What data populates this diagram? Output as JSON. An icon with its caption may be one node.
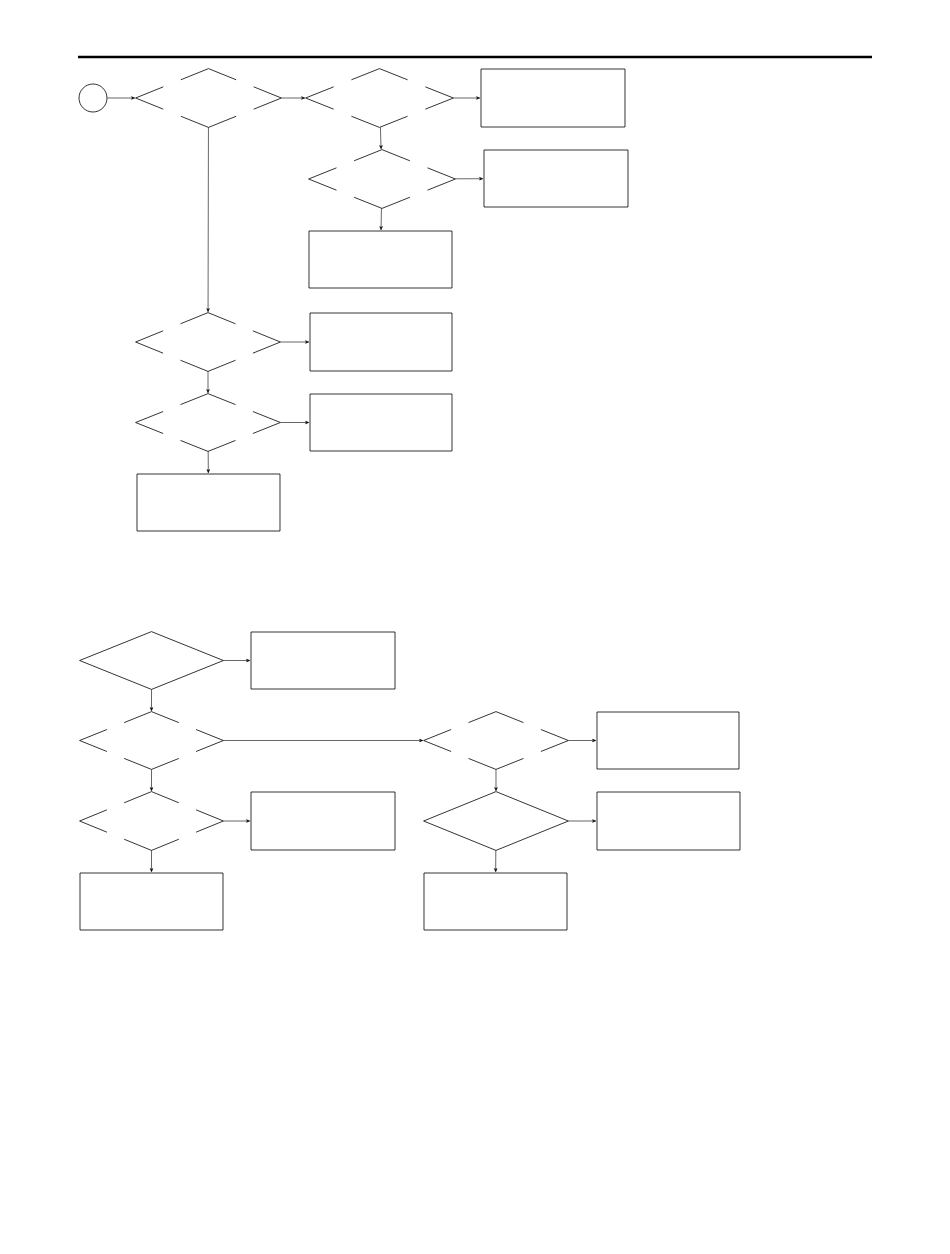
{
  "diagram": {
    "nodes": [
      {
        "text": [],
        "shape": "circle"
      },
      {
        "text": [],
        "shape": "diamond"
      },
      {
        "text": [],
        "shape": "diamond"
      },
      {
        "text": [],
        "shape": "box"
      },
      {
        "text": [],
        "shape": "diamond"
      },
      {
        "text": [],
        "shape": "box"
      },
      {
        "text": [],
        "shape": "box"
      },
      {
        "text": [],
        "shape": "diamond"
      },
      {
        "text": [],
        "shape": "box"
      },
      {
        "text": [],
        "shape": "diamond"
      },
      {
        "text": [],
        "shape": "box"
      },
      {
        "text": [],
        "shape": "box"
      },
      {
        "text": [],
        "shape": "diamond"
      },
      {
        "text": [],
        "shape": "box"
      },
      {
        "text": [],
        "shape": "diamond"
      },
      {
        "text": [],
        "shape": "diamond"
      },
      {
        "text": [],
        "shape": "box"
      },
      {
        "text": [],
        "shape": "diamond"
      },
      {
        "text": [],
        "shape": "box"
      },
      {
        "text": [],
        "shape": "diamond"
      },
      {
        "text": [],
        "shape": "box"
      },
      {
        "text": [],
        "shape": "box"
      },
      {
        "text": [],
        "shape": "box"
      }
    ],
    "edges": [
      {
        "from": 0,
        "to": 1,
        "arrow": "to"
      },
      {
        "from": 1,
        "to": 2,
        "arrow": "to"
      },
      {
        "from": 2,
        "to": 3,
        "arrow": "to"
      },
      {
        "from": 2,
        "to": 4,
        "arrow": "to"
      },
      {
        "from": 4,
        "to": 5,
        "arrow": "to"
      },
      {
        "from": 4,
        "to": 6,
        "arrow": "to"
      },
      {
        "from": 1,
        "to": 7,
        "arrow": "to"
      },
      {
        "from": 7,
        "to": 8,
        "arrow": "to"
      },
      {
        "from": 7,
        "to": 9,
        "arrow": "to"
      },
      {
        "from": 9,
        "to": 10,
        "arrow": "to"
      },
      {
        "from": 9,
        "to": 11,
        "arrow": "to"
      },
      {
        "from": 12,
        "to": 13,
        "arrow": "to"
      },
      {
        "from": 12,
        "to": 14,
        "arrow": "to"
      },
      {
        "from": 14,
        "to": 15,
        "arrow": "to"
      },
      {
        "from": 15,
        "to": 16,
        "arrow": "to"
      },
      {
        "from": 15,
        "to": 19,
        "arrow": "to"
      },
      {
        "from": 19,
        "to": 20,
        "arrow": "to"
      },
      {
        "from": 14,
        "to": 17,
        "arrow": "to"
      },
      {
        "from": 17,
        "to": 18,
        "arrow": "to"
      },
      {
        "from": 17,
        "to": 21,
        "arrow": "to"
      },
      {
        "from": 19,
        "to": 22,
        "arrow": "to"
      }
    ]
  }
}
